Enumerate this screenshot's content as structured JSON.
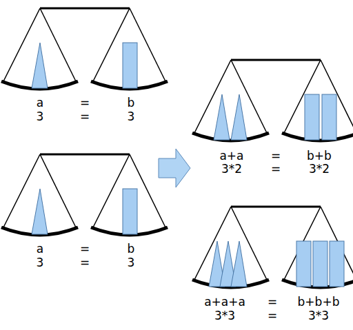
{
  "diagram": {
    "labels": [
      "a",
      "=",
      "b",
      "3",
      "=",
      "3",
      "a",
      "=",
      "b",
      "3",
      "=",
      "3",
      "a+a",
      "=",
      "b+b",
      "3*2",
      "=",
      "3*2",
      "a+a+a",
      "=",
      "b+b+b",
      "3*3",
      "=",
      "3*3"
    ]
  }
}
